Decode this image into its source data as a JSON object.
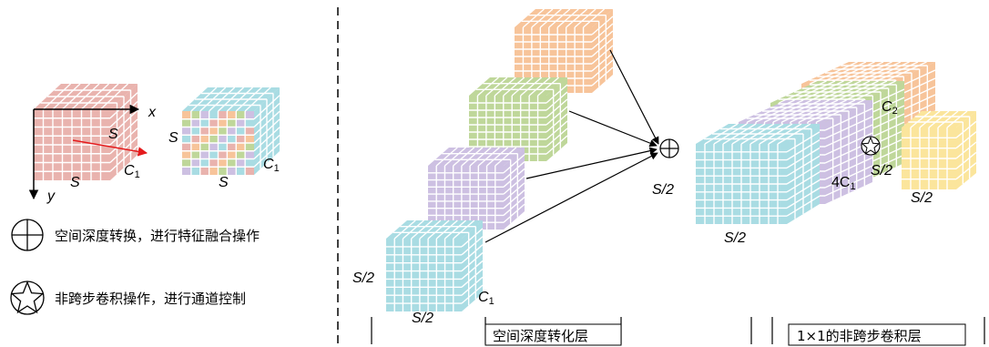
{
  "left_panel": {
    "axis_x": "x",
    "axis_y": "y",
    "cube_side_label": "S",
    "cube_bottom_label": "S",
    "cube_depth_label": "C",
    "cube_depth_sub": "1",
    "grid_side_label": "S",
    "grid_bottom_label": "S",
    "grid_depth_label": "C",
    "grid_depth_sub": "1"
  },
  "legend": {
    "plus_text": "空间深度转换，进行特征融合操作",
    "star_text": "非跨步卷积操作，进行通道控制"
  },
  "middle": {
    "stack_left_label": "S/2",
    "stack_bottom_label": "S/2",
    "stack_depth_label": "C",
    "stack_depth_sub": "1",
    "plus_label": "S/2",
    "layer_caption": "空间深度转化层"
  },
  "right": {
    "merged_bottom_label": "S/2",
    "merged_depth_label": "4C",
    "merged_depth_sub": "1",
    "out_top_label": "C",
    "out_top_sub": "2",
    "out_left_label": "S/2",
    "out_bottom_label": "S/2",
    "layer_caption": "1×1的非跨步卷积层"
  },
  "colors": {
    "red": "#E9B3AE",
    "orange": "#F7C49A",
    "green": "#BFD79A",
    "purple": "#CDC0E2",
    "blue": "#A9DCE3",
    "yellow": "#FBE59C",
    "arrow_red": "#E41A1C"
  }
}
